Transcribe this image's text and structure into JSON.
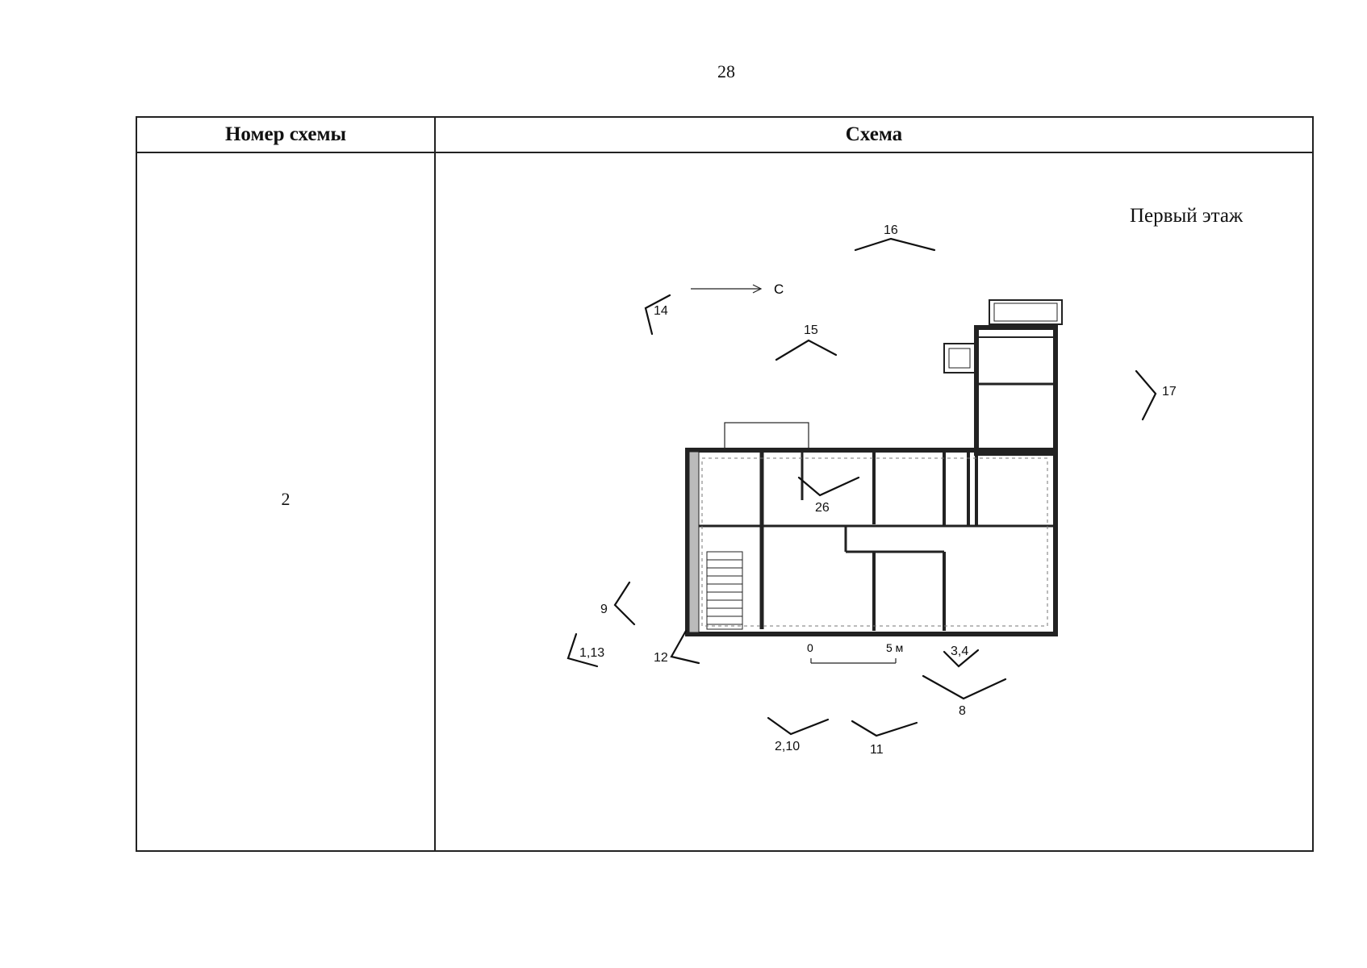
{
  "page_number": "28",
  "table": {
    "header_number": "Номер схемы",
    "header_scheme": "Схема",
    "scheme_number": "2"
  },
  "scheme": {
    "floor_label": "Первый этаж",
    "north_label": "С",
    "scale_zero": "0",
    "scale_five": "5 м",
    "view_markers": [
      "16",
      "14",
      "15",
      "17",
      "26",
      "9",
      "1,13",
      "12",
      "3,4",
      "8",
      "2,10",
      "11"
    ]
  }
}
